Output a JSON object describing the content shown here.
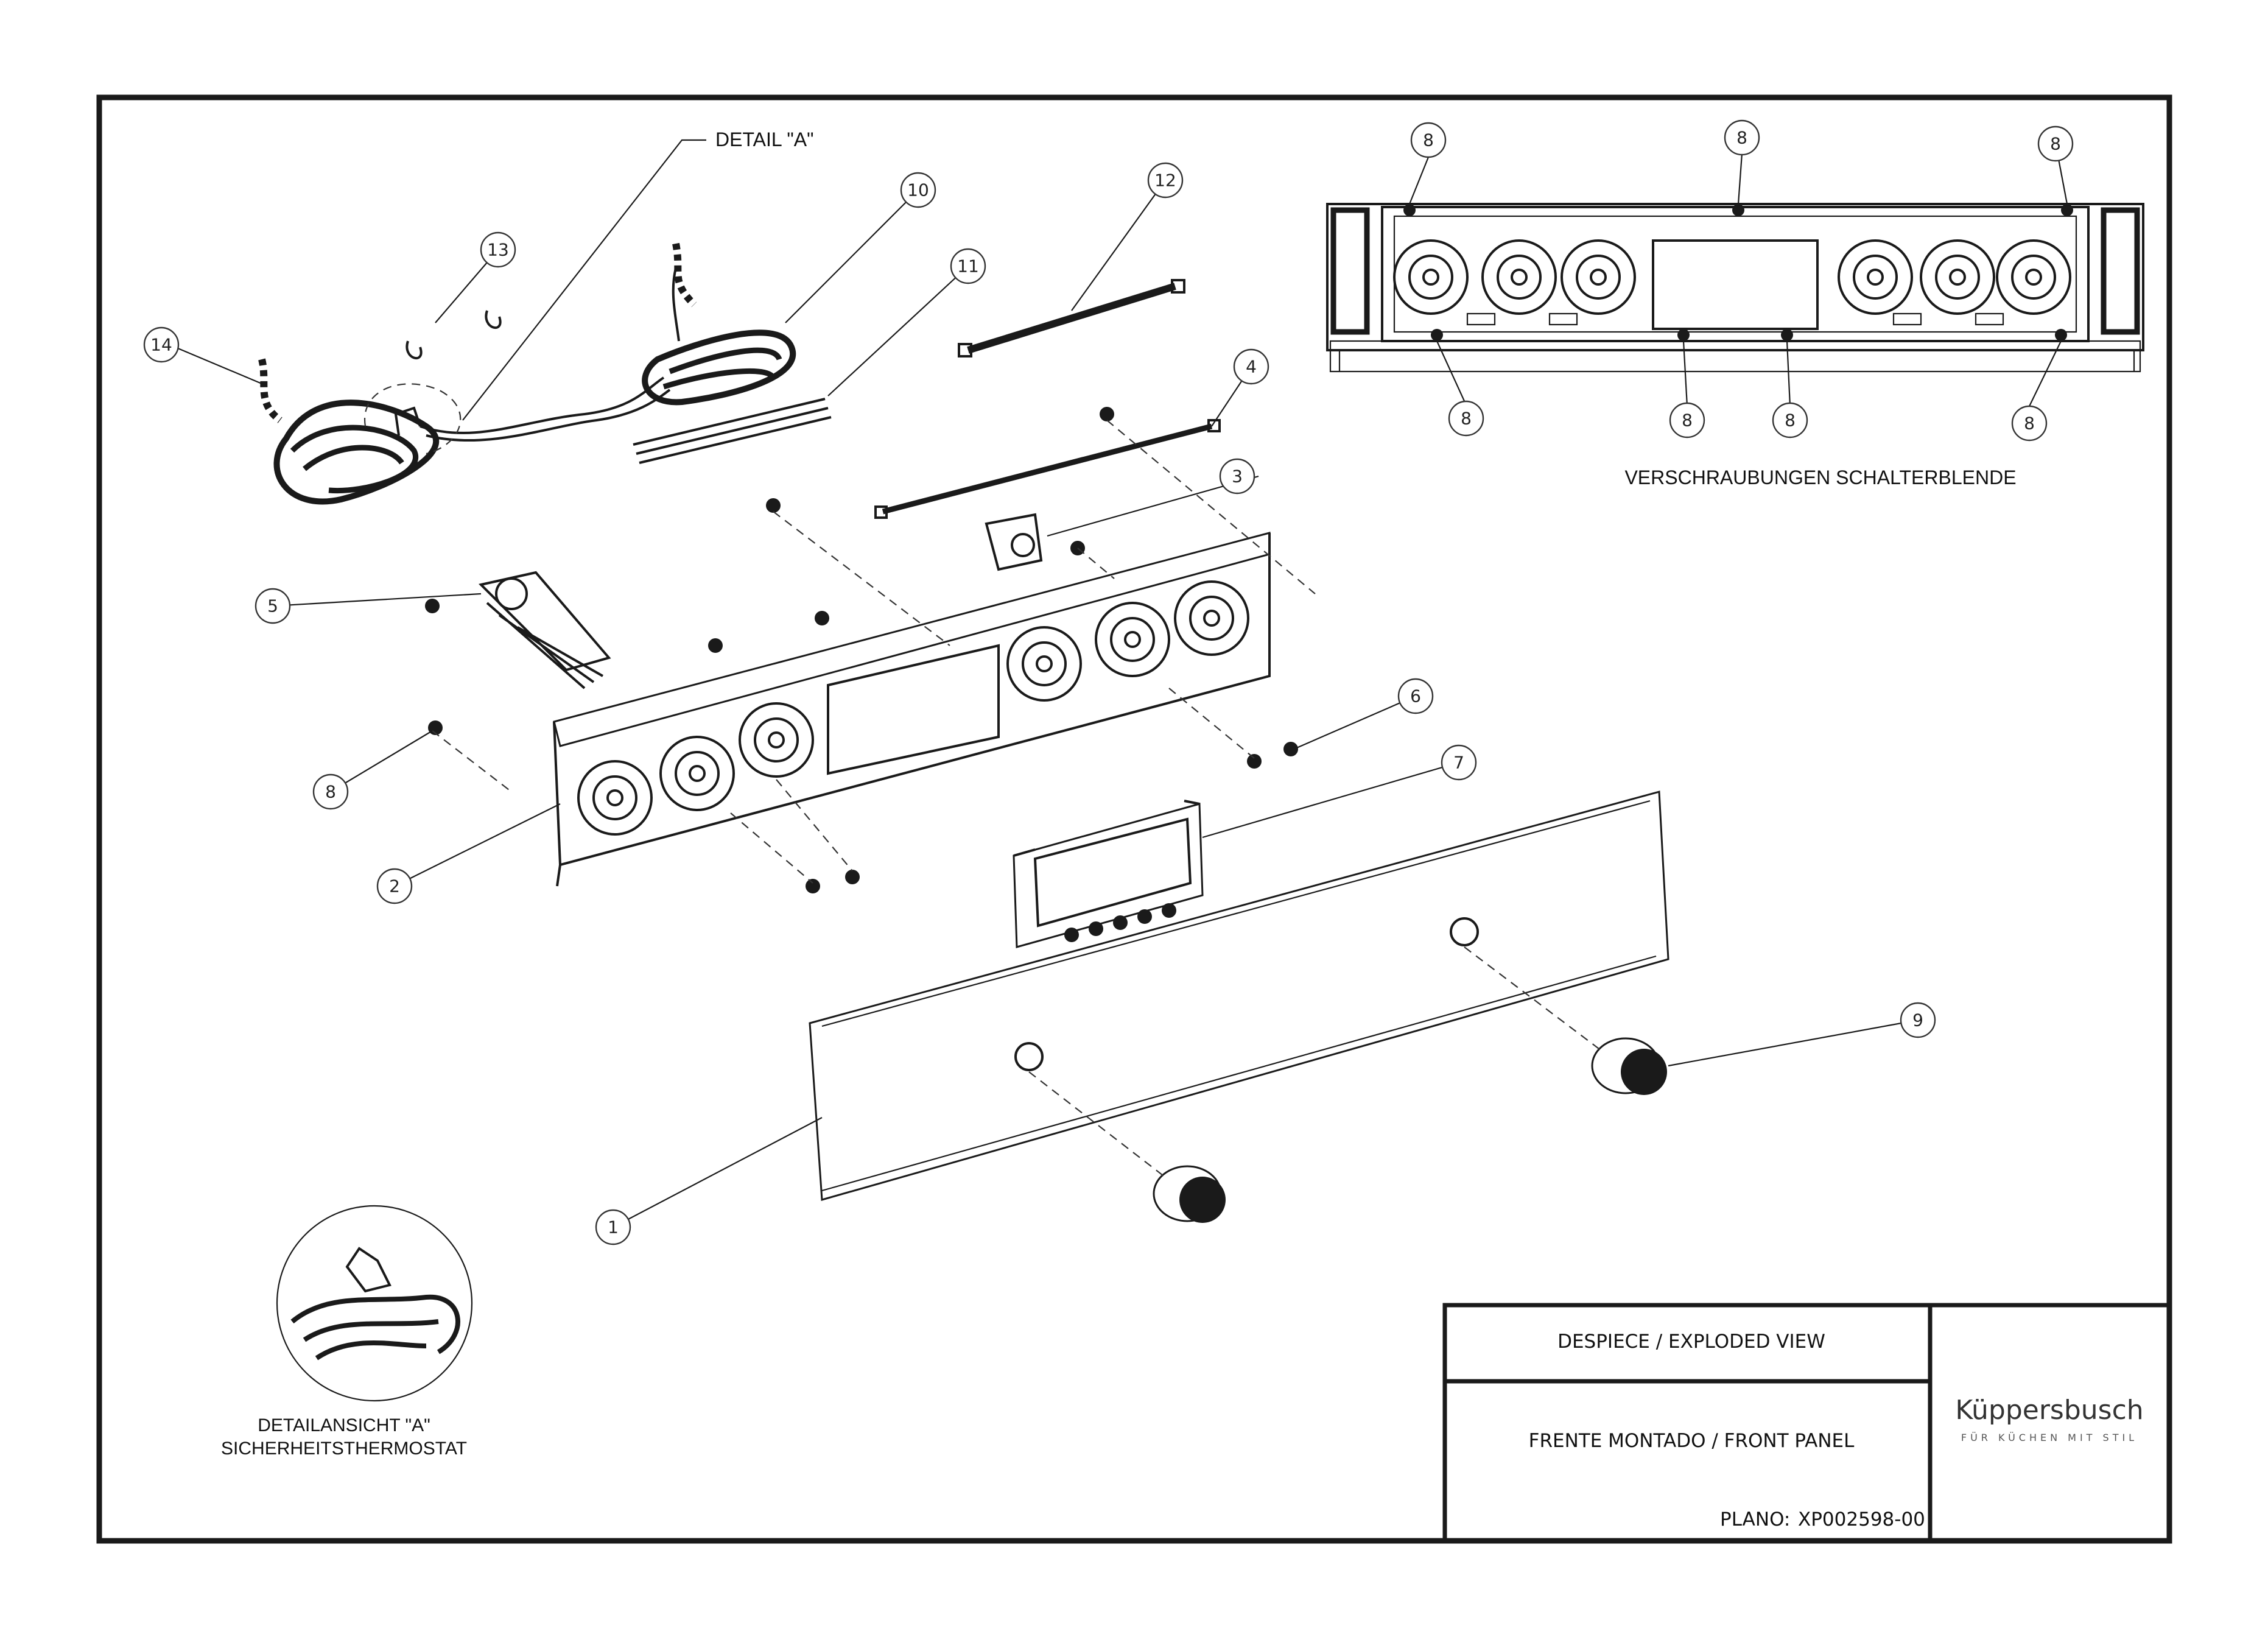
{
  "drawing": {
    "detail_label": "DETAIL \"A\"",
    "screw_view_caption": "VERSCHRAUBUNGEN SCHALTERBLENDE",
    "detail_caption_line1": "DETAILANSICHT \"A\"",
    "detail_caption_line2": "SICHERHEITSTHERMOSTAT",
    "part_numbers": [
      "1",
      "2",
      "3",
      "4",
      "5",
      "6",
      "7",
      "8",
      "9",
      "10",
      "11",
      "12",
      "13",
      "14"
    ],
    "screw_callout_numbers": [
      "8",
      "8",
      "8",
      "8",
      "8",
      "8",
      "8"
    ]
  },
  "title_block": {
    "title": "DESPIECE / EXPLODED VIEW",
    "subtitle": "FRENTE MONTADO / FRONT PANEL",
    "plan_label": "PLANO:",
    "plan_number": "XP002598-00",
    "brand_name": "Küppersbusch",
    "brand_tagline": "FÜR KÜCHEN MIT STIL"
  }
}
